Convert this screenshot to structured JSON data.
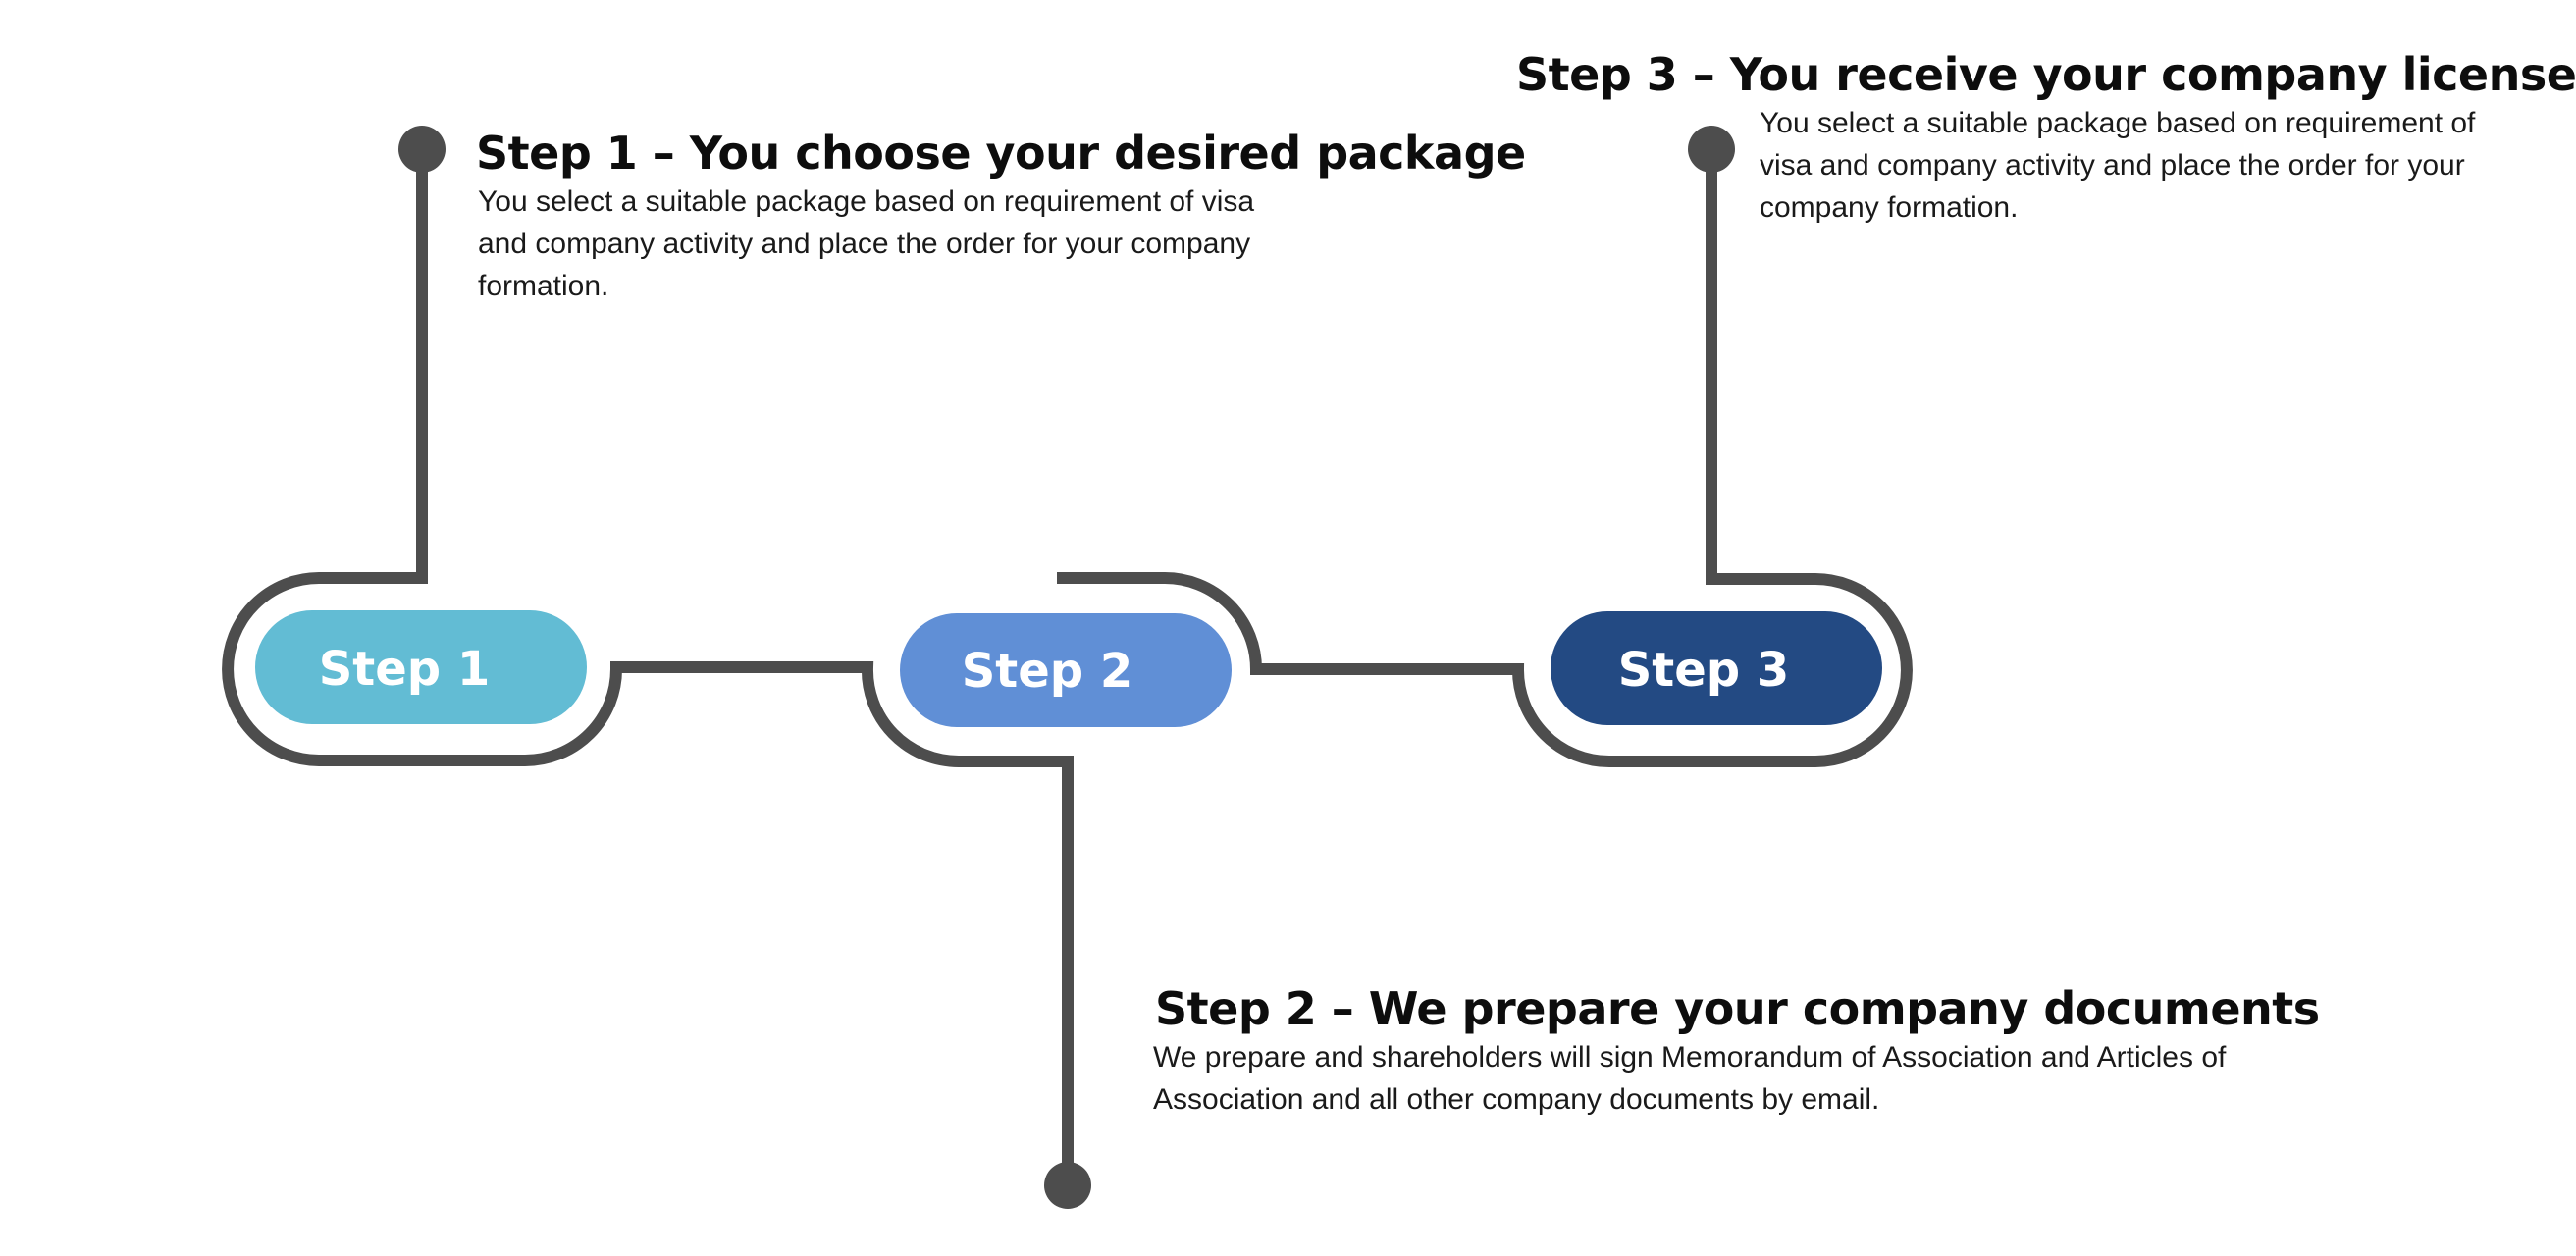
{
  "diagram": {
    "colors": {
      "connector": "#4d4d4d",
      "step1_fill": "#62bcd4",
      "step2_fill": "#608fd6",
      "step3_fill": "#234a83",
      "pill_text": "#ffffff"
    },
    "steps": [
      {
        "pill_label": "Step 1",
        "title": "Step 1 – You choose your desired package",
        "description": "You select a suitable package based on requirement of visa and company activity and place the order for your company formation."
      },
      {
        "pill_label": "Step 2",
        "title": "Step 2 – We prepare your company documents",
        "description": "We prepare and shareholders will sign Memorandum of Association and Articles of Association and all other company documents by email."
      },
      {
        "pill_label": "Step 3",
        "title": "Step 3 – You receive your company license",
        "description": "You select a suitable package based on requirement of visa and company activity and place the order for your company formation."
      }
    ]
  }
}
